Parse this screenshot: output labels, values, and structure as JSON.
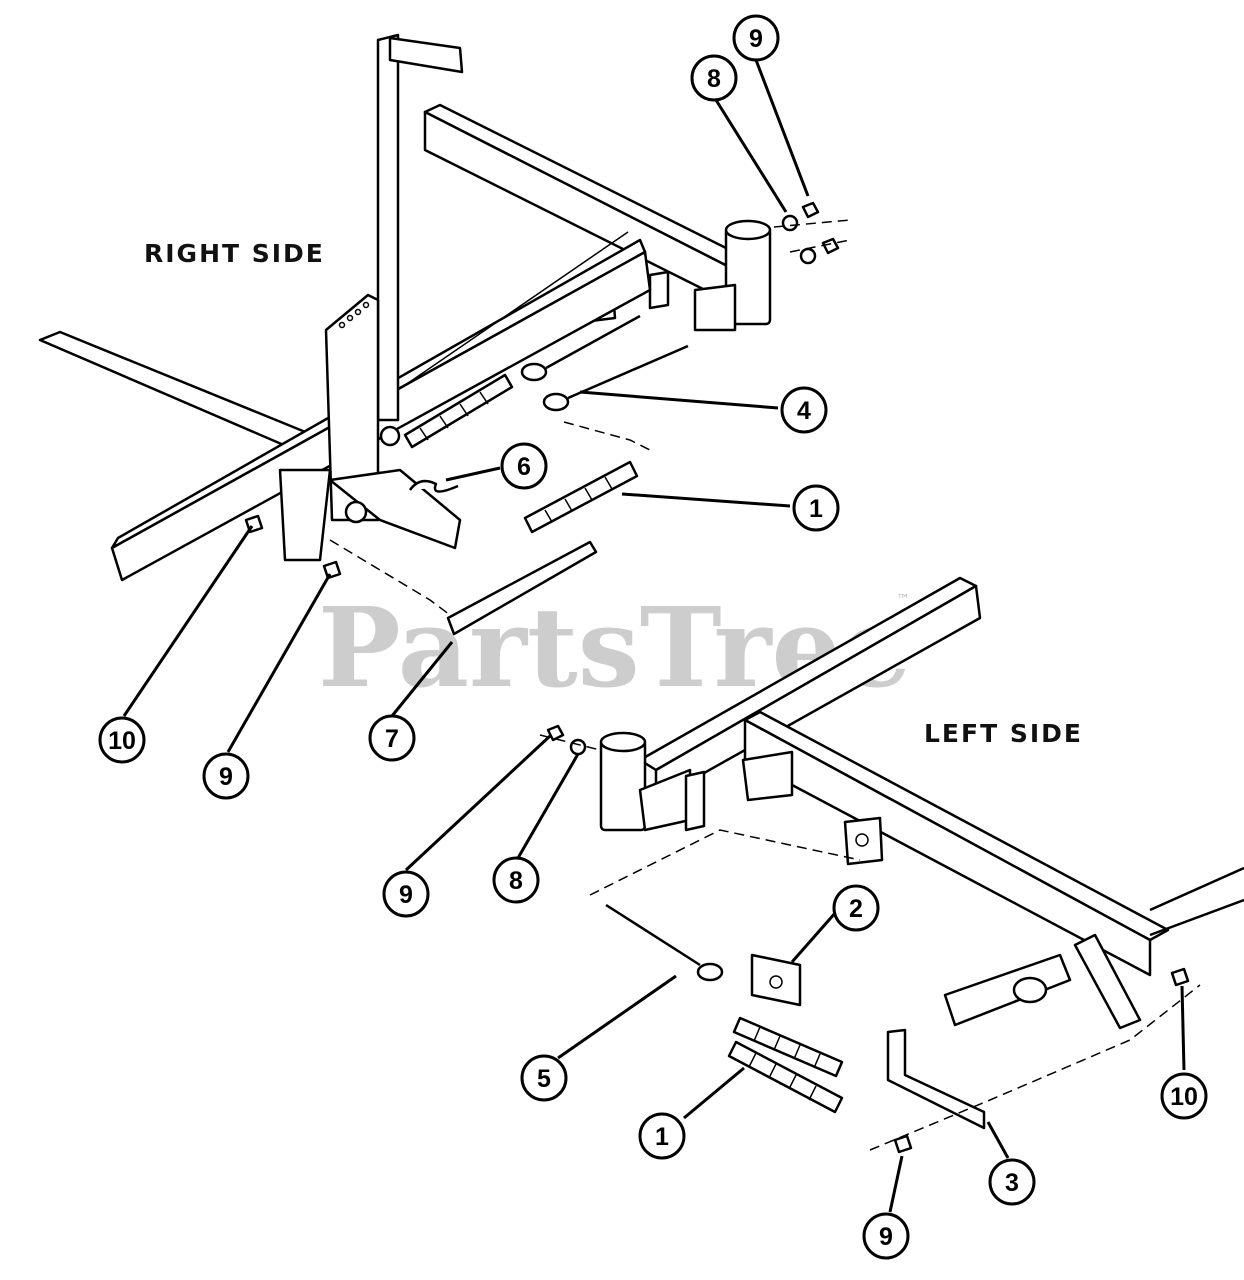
{
  "labels": {
    "right_side": "RIGHT SIDE",
    "left_side": "LEFT SIDE"
  },
  "watermark": {
    "text": "PartsTree",
    "tm": "™"
  },
  "callouts": [
    {
      "id": "right-9-top",
      "number": "9"
    },
    {
      "id": "right-8-top",
      "number": "8"
    },
    {
      "id": "right-4",
      "number": "4"
    },
    {
      "id": "right-6",
      "number": "6"
    },
    {
      "id": "right-1",
      "number": "1"
    },
    {
      "id": "right-10",
      "number": "10"
    },
    {
      "id": "right-9-bottom",
      "number": "9"
    },
    {
      "id": "right-7",
      "number": "7"
    },
    {
      "id": "left-9-top",
      "number": "9"
    },
    {
      "id": "left-8",
      "number": "8"
    },
    {
      "id": "left-2",
      "number": "2"
    },
    {
      "id": "left-5",
      "number": "5"
    },
    {
      "id": "left-1",
      "number": "1"
    },
    {
      "id": "left-10",
      "number": "10"
    },
    {
      "id": "left-3",
      "number": "3"
    },
    {
      "id": "left-9-bottom",
      "number": "9"
    }
  ],
  "colors": {
    "line": "#000000",
    "background": "#ffffff",
    "watermark": "#bdbdbd"
  }
}
